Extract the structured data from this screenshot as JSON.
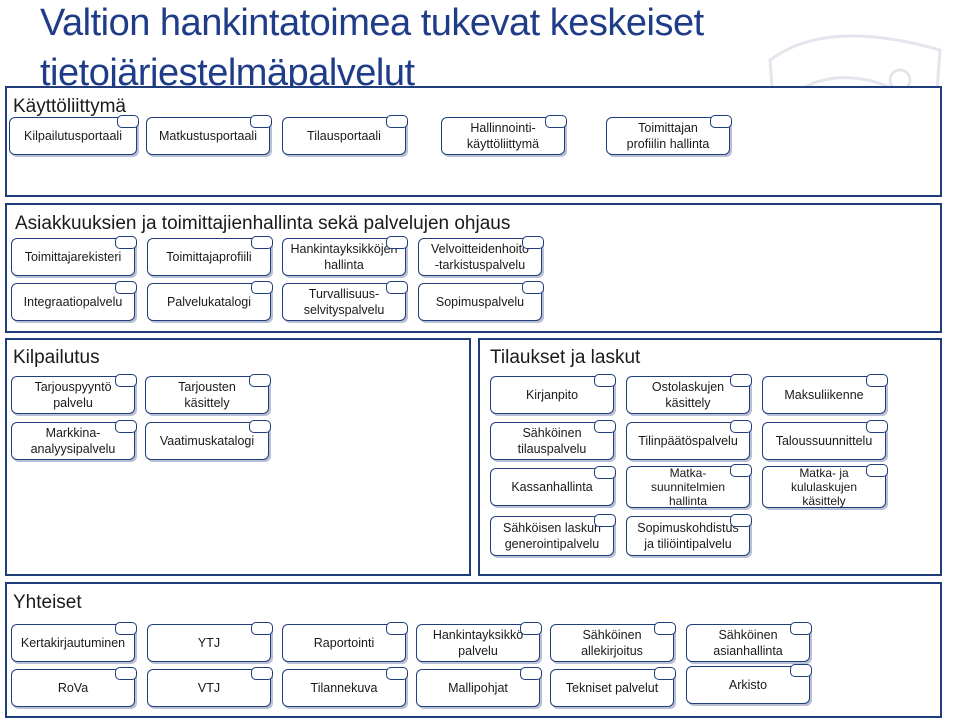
{
  "slide": {
    "title": "Valtion hankintatoimea tukevat keskeiset tietojärjestelmäpalvelut"
  },
  "sections": {
    "kayttoliittyma": {
      "title": "Käyttöliittymä",
      "items": [
        "Kilpailutusportaali",
        "Matkustusportaali",
        "Tilausportaali",
        "Hallinnointi-\nkäyttöliittymä",
        "Toimittajan\nprofiilin hallinta"
      ]
    },
    "asiakkuus": {
      "title": "Asiakkuuksien ja toimittajienhallinta sekä palvelujen ohjaus",
      "items": [
        "Toimittajarekisteri",
        "Toimittajaprofiili",
        "Hankintayksikköjen\nhallinta",
        "Velvoitteidenhoito\n-tarkistuspalvelu",
        "Integraatiopalvelu",
        "Palvelukatalogi",
        "Turvallisuus-\nselvityspalvelu",
        "Sopimuspalvelu"
      ]
    },
    "kilpailutus": {
      "title": "Kilpailutus",
      "items": [
        "Tarjouspyyntö\npalvelu",
        "Tarjousten\nkäsittely",
        "Markkina-\nanalyysipalvelu",
        "Vaatimuskatalogi"
      ]
    },
    "tilaukset": {
      "title": "Tilaukset ja laskut",
      "items": [
        "Kirjanpito",
        "Ostolaskujen\nkäsittely",
        "Maksuliikenne",
        "Sähköinen\ntilauspalvelu",
        "Tilinpäätöspalvelu",
        "Taloussuunnittelu",
        "Kassanhallinta",
        "Matka-\nsuunnitelmien\nhallinta",
        "Matka- ja\nkululaskujen\nkäsittely",
        "Sähköisen laskun\ngenerointipalvelu",
        "Sopimuskohdistus\nja tiliöintipalvelu"
      ]
    },
    "yhteiset": {
      "title": "Yhteiset",
      "items": [
        "Kertakirjautuminen",
        "YTJ",
        "Raportointi",
        "Hankintayksikkö\npalvelu",
        "Sähköinen\nallekirjoitus",
        "Sähköinen\nasianhallinta",
        "RoVa",
        "VTJ",
        "Tilannekuva",
        "Mallipohjat",
        "Tekniset palvelut",
        "Arkisto"
      ]
    }
  }
}
